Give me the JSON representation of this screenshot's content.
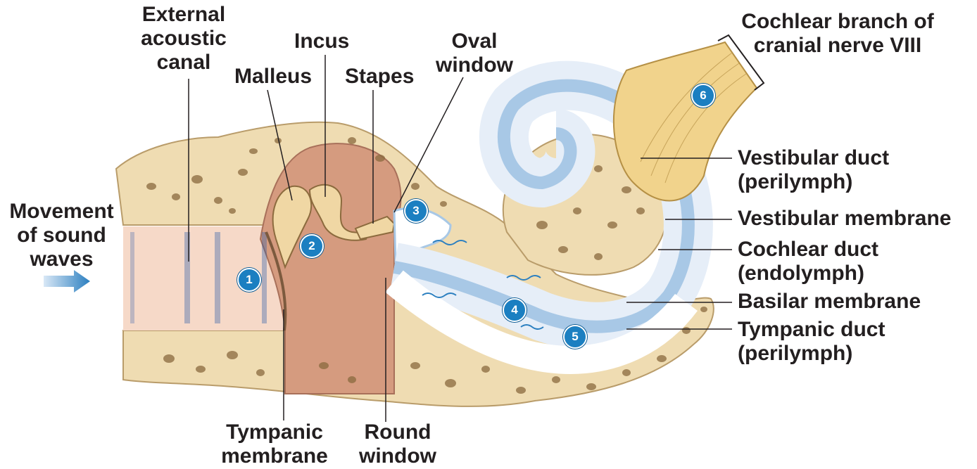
{
  "labels": {
    "external_canal": [
      "External",
      "acoustic",
      "canal"
    ],
    "incus": "Incus",
    "malleus": "Malleus",
    "stapes": "Stapes",
    "oval_window": [
      "Oval",
      "window"
    ],
    "cochlear_branch": [
      "Cochlear branch of",
      "cranial nerve VIII"
    ],
    "movement": [
      "Movement",
      "of sound",
      "waves"
    ],
    "vestibular_duct": [
      "Vestibular duct",
      "(perilymph)"
    ],
    "vestibular_membrane": "Vestibular membrane",
    "cochlear_duct": [
      "Cochlear duct",
      "(endolymph)"
    ],
    "basilar_membrane": "Basilar membrane",
    "tympanic_duct": [
      "Tympanic duct",
      "(perilymph)"
    ],
    "tympanic_membrane": [
      "Tympanic",
      "membrane"
    ],
    "round_window": [
      "Round",
      "window"
    ]
  },
  "steps": [
    "1",
    "2",
    "3",
    "4",
    "5",
    "6"
  ],
  "colors": {
    "bone": "#efdcb2",
    "bone_pore": "#8a6a3e",
    "middle_ear": "#d59b7f",
    "ossicle": "#f0d7a4",
    "canal": "#f6d9c8",
    "perilymph_blue": "#a8c8e6",
    "nerve": "#f1d38c",
    "step_blue": "#1b7fc1",
    "line": "#231f20"
  }
}
